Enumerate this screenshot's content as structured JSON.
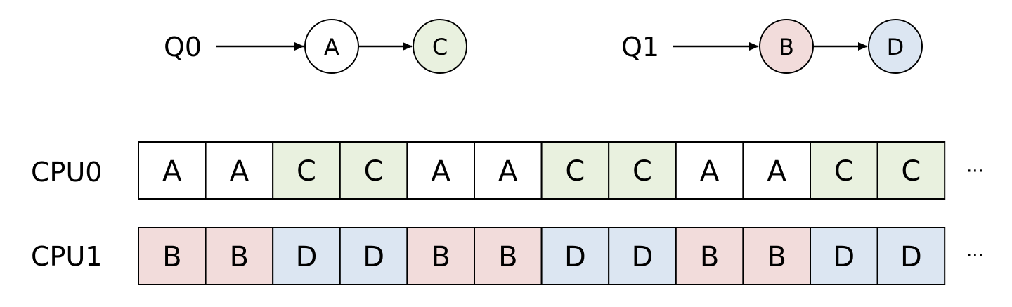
{
  "queues": [
    {
      "label": "Q0",
      "nodes": [
        {
          "label": "A",
          "color": "#ffffff"
        },
        {
          "label": "C",
          "color": "#e9f1df"
        }
      ]
    },
    {
      "label": "Q1",
      "nodes": [
        {
          "label": "B",
          "color": "#f2dcdb"
        },
        {
          "label": "D",
          "color": "#dce6f2"
        }
      ]
    }
  ],
  "cpus": [
    {
      "label": "CPU0",
      "slots": [
        "A",
        "A",
        "C",
        "C",
        "A",
        "A",
        "C",
        "C",
        "A",
        "A",
        "C",
        "C"
      ],
      "ellipsis": "···"
    },
    {
      "label": "CPU1",
      "slots": [
        "B",
        "B",
        "D",
        "D",
        "B",
        "B",
        "D",
        "D",
        "B",
        "B",
        "D",
        "D"
      ],
      "ellipsis": "···"
    }
  ],
  "colors": {
    "A": "#ffffff",
    "B": "#f2dcdb",
    "C": "#e9f1df",
    "D": "#dce6f2",
    "stroke": "#000000"
  }
}
